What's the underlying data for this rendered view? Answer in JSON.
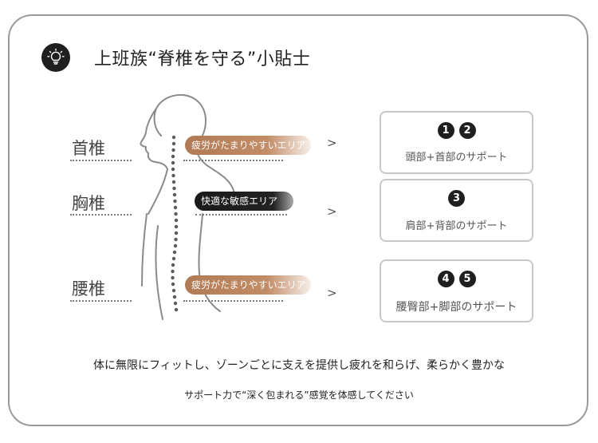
{
  "title": "上班族“脊椎を守る”小貼士",
  "icon": "lightbulb-icon",
  "spine_labels": [
    "首椎",
    "胸椎",
    "腰椎"
  ],
  "areas": [
    {
      "label": "疲労がたまりやすいエリア",
      "style": "brown",
      "color": "#b07a55"
    },
    {
      "label": "快適な敏感エリア",
      "style": "black",
      "color": "#1a1a1a"
    },
    {
      "label": "疲労がたまりやすいエリア",
      "style": "brown",
      "color": "#b07a55"
    }
  ],
  "arrow": ">",
  "supports": [
    {
      "numbers": [
        "1",
        "2"
      ],
      "text": "頭部+首部のサポート"
    },
    {
      "numbers": [
        "3"
      ],
      "text": "肩部+背部のサポート"
    },
    {
      "numbers": [
        "4",
        "5"
      ],
      "text": "腰臀部+脚部のサポート"
    }
  ],
  "caption_line1": "体に無限にフィットし、ゾーンごとに支えを提供し疲れを和らげ、柔らかく豊かな",
  "caption_line2": "サポート力で“深く包まれる”感覚を体感してください"
}
